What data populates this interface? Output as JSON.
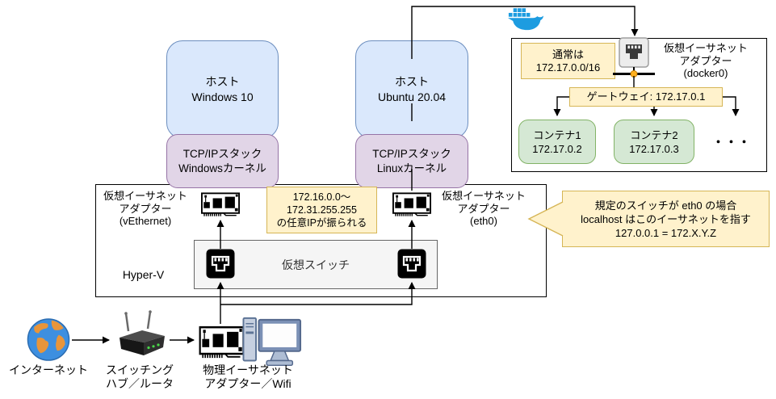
{
  "hosts": {
    "windows": {
      "line1": "ホスト",
      "line2": "Windows 10"
    },
    "ubuntu": {
      "line1": "ホスト",
      "line2": "Ubuntu 20.04"
    }
  },
  "stacks": {
    "windows": {
      "line1": "TCP/IPスタック",
      "line2": "Windowsカーネル"
    },
    "linux": {
      "line1": "TCP/IPスタック",
      "line2": "Linuxカーネル"
    }
  },
  "hyperv": {
    "label": "Hyper-V",
    "switch_label": "仮想スイッチ",
    "veth_adapter": {
      "line1": "仮想イーサネット",
      "line2": "アダプター",
      "line3": "(vEthernet)"
    },
    "eth0_adapter": {
      "line1": "仮想イーサネット",
      "line2": "アダプター",
      "line3": "(eth0)"
    },
    "ip_note": {
      "line1": "172.16.0.0～",
      "line2": "172.31.255.255",
      "line3": "の任意IPが振られる"
    }
  },
  "docker": {
    "subnet_note": {
      "line1": "通常は",
      "line2": "172.17.0.0/16"
    },
    "adapter": {
      "line1": "仮想イーサネット",
      "line2": "アダプター",
      "line3": "(docker0)"
    },
    "gateway": "ゲートウェイ: 172.17.0.1",
    "containers": [
      {
        "name": "コンテナ1",
        "ip": "172.17.0.2"
      },
      {
        "name": "コンテナ2",
        "ip": "172.17.0.3"
      }
    ],
    "more": "・・・"
  },
  "callout": {
    "line1": "規定のスイッチが eth0 の場合",
    "line2": "localhost はこのイーサネットを指す",
    "line3": "127.0.0.1 = 172.X.Y.Z"
  },
  "bottom": {
    "internet_label": "インターネット",
    "router_label": {
      "line1": "スイッチング",
      "line2": "ハブ／ルータ"
    },
    "physical_label": {
      "line1": "物理イーサネット",
      "line2": "アダプター／Wifi"
    }
  },
  "icons": {
    "docker_logo": "docker-whale-icon",
    "adapters": "nic-card-icon",
    "switch_ports": "ethernet-port-icon",
    "docker0": "virtual-adapter-icon",
    "internet": "globe-icon",
    "router": "wireless-router-icon",
    "pc": "desktop-computer-icon"
  },
  "colors": {
    "host_fill": "#dae8fc",
    "host_stroke": "#6c8ebf",
    "stack_fill": "#e1d5e7",
    "stack_stroke": "#9673a6",
    "note_fill": "#fff2cc",
    "note_stroke": "#d6b656",
    "container_fill": "#d5e8d4",
    "container_stroke": "#82b366",
    "switch_fill": "#f5f5f5",
    "switch_stroke": "#666666",
    "docker_blue": "#1d9ce0"
  }
}
